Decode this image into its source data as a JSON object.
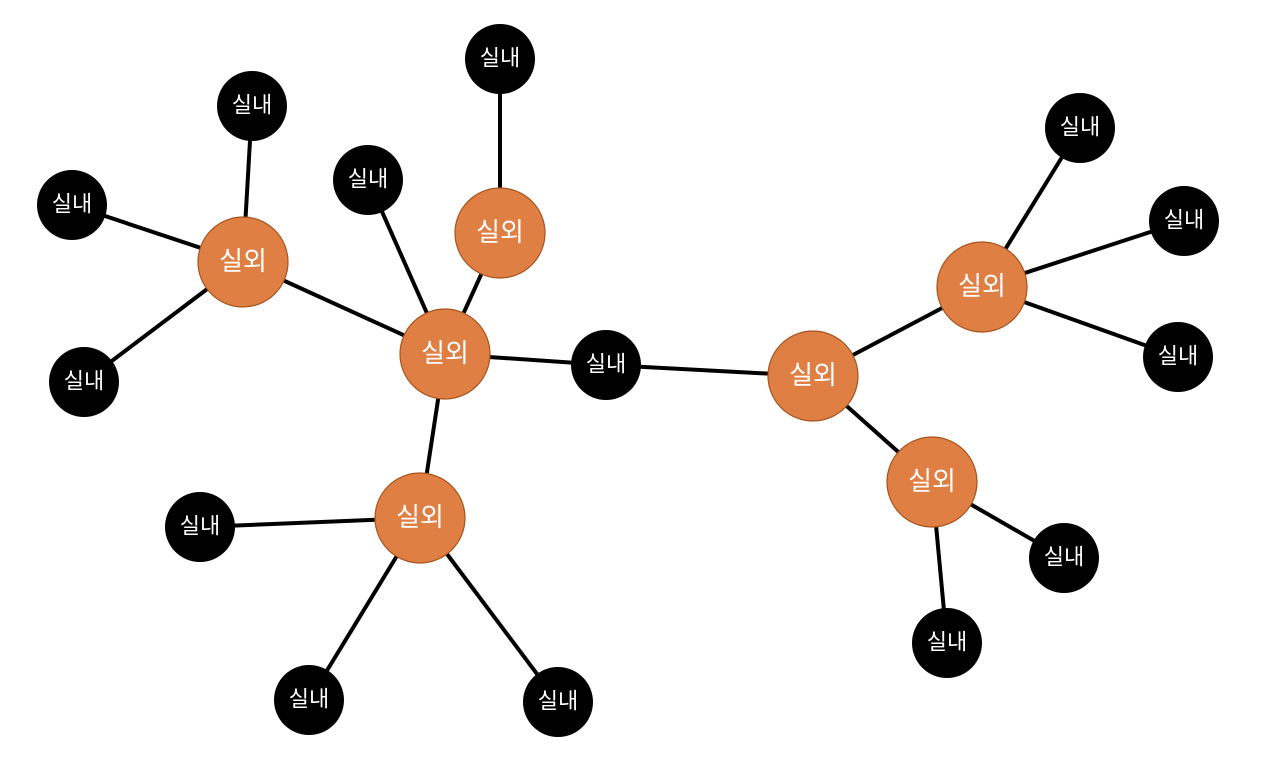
{
  "labels": {
    "outdoor": "실외",
    "indoor": "실내"
  },
  "colors": {
    "outdoor_fill": "#e07f44",
    "outdoor_stroke": "#a5541e",
    "indoor_fill": "#000000",
    "edge": "#000000",
    "label": "#ffffff",
    "background": "#ffffff"
  },
  "nodes": [
    {
      "id": "o1",
      "kind": "outdoor"
    },
    {
      "id": "o2",
      "kind": "outdoor"
    },
    {
      "id": "o3",
      "kind": "outdoor"
    },
    {
      "id": "o4",
      "kind": "outdoor"
    },
    {
      "id": "o5",
      "kind": "outdoor"
    },
    {
      "id": "o6",
      "kind": "outdoor"
    },
    {
      "id": "o7",
      "kind": "outdoor"
    },
    {
      "id": "i1",
      "kind": "indoor"
    },
    {
      "id": "i2",
      "kind": "indoor"
    },
    {
      "id": "i3",
      "kind": "indoor"
    },
    {
      "id": "i4",
      "kind": "indoor"
    },
    {
      "id": "i5",
      "kind": "indoor"
    },
    {
      "id": "i6",
      "kind": "indoor"
    },
    {
      "id": "i7",
      "kind": "indoor"
    },
    {
      "id": "i8",
      "kind": "indoor"
    },
    {
      "id": "i9",
      "kind": "indoor"
    },
    {
      "id": "i10",
      "kind": "indoor"
    },
    {
      "id": "i11",
      "kind": "indoor"
    },
    {
      "id": "i12",
      "kind": "indoor"
    },
    {
      "id": "i13",
      "kind": "indoor"
    },
    {
      "id": "i14",
      "kind": "indoor"
    },
    {
      "id": "i15",
      "kind": "indoor"
    }
  ],
  "edges": [
    [
      "o1",
      "i1"
    ],
    [
      "o1",
      "i2"
    ],
    [
      "o1",
      "i3"
    ],
    [
      "o1",
      "o2"
    ],
    [
      "o2",
      "i4"
    ],
    [
      "o2",
      "o3"
    ],
    [
      "o2",
      "i6"
    ],
    [
      "o2",
      "o4"
    ],
    [
      "o3",
      "i5"
    ],
    [
      "o4",
      "i7"
    ],
    [
      "o4",
      "i8"
    ],
    [
      "o4",
      "i9"
    ],
    [
      "i6",
      "o5"
    ],
    [
      "o5",
      "o6"
    ],
    [
      "o5",
      "o7"
    ],
    [
      "o6",
      "i10"
    ],
    [
      "o6",
      "i11"
    ],
    [
      "o6",
      "i12"
    ],
    [
      "o7",
      "i13"
    ],
    [
      "o7",
      "i14"
    ]
  ]
}
